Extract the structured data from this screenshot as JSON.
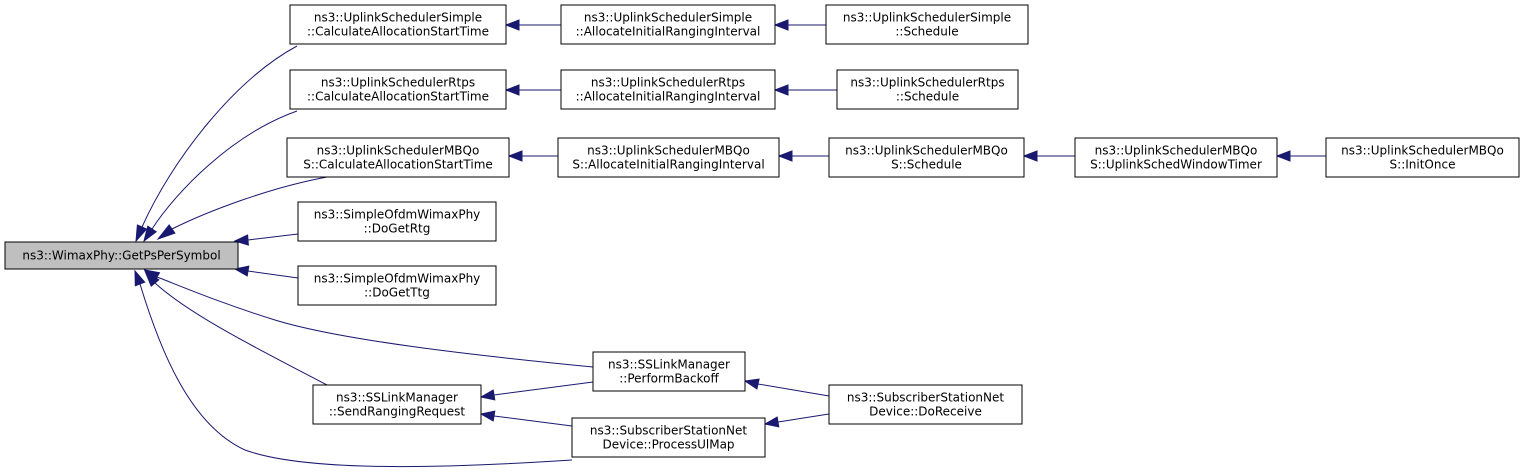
{
  "diagram": {
    "nodes": [
      {
        "id": "root",
        "lines": [
          "ns3::WimaxPhy::GetPsPerSymbol"
        ]
      },
      {
        "id": "n1",
        "lines": [
          "ns3::UplinkSchedulerSimple",
          "::CalculateAllocationStartTime"
        ]
      },
      {
        "id": "n2",
        "lines": [
          "ns3::UplinkSchedulerSimple",
          "::AllocateInitialRangingInterval"
        ]
      },
      {
        "id": "n3",
        "lines": [
          "ns3::UplinkSchedulerSimple",
          "::Schedule"
        ]
      },
      {
        "id": "n4",
        "lines": [
          "ns3::UplinkSchedulerRtps",
          "::CalculateAllocationStartTime"
        ]
      },
      {
        "id": "n5",
        "lines": [
          "ns3::UplinkSchedulerRtps",
          "::AllocateInitialRangingInterval"
        ]
      },
      {
        "id": "n6",
        "lines": [
          "ns3::UplinkSchedulerRtps",
          "::Schedule"
        ]
      },
      {
        "id": "n7",
        "lines": [
          "ns3::UplinkSchedulerMBQo",
          "S::CalculateAllocationStartTime"
        ]
      },
      {
        "id": "n8",
        "lines": [
          "ns3::UplinkSchedulerMBQo",
          "S::AllocateInitialRangingInterval"
        ]
      },
      {
        "id": "n9",
        "lines": [
          "ns3::UplinkSchedulerMBQo",
          "S::Schedule"
        ]
      },
      {
        "id": "n10",
        "lines": [
          "ns3::UplinkSchedulerMBQo",
          "S::UplinkSchedWindowTimer"
        ]
      },
      {
        "id": "n11",
        "lines": [
          "ns3::UplinkSchedulerMBQo",
          "S::InitOnce"
        ]
      },
      {
        "id": "n12",
        "lines": [
          "ns3::SimpleOfdmWimaxPhy",
          "::DoGetRtg"
        ]
      },
      {
        "id": "n13",
        "lines": [
          "ns3::SimpleOfdmWimaxPhy",
          "::DoGetTtg"
        ]
      },
      {
        "id": "n14",
        "lines": [
          "ns3::SSLinkManager",
          "::PerformBackoff"
        ]
      },
      {
        "id": "n15",
        "lines": [
          "ns3::SSLinkManager",
          "::SendRangingRequest"
        ]
      },
      {
        "id": "n16",
        "lines": [
          "ns3::SubscriberStationNet",
          "Device::ProcessUlMap"
        ]
      },
      {
        "id": "n17",
        "lines": [
          "ns3::SubscriberStationNet",
          "Device::DoReceive"
        ]
      }
    ],
    "edges": [
      {
        "from": "n1",
        "to": "root"
      },
      {
        "from": "n4",
        "to": "root"
      },
      {
        "from": "n7",
        "to": "root"
      },
      {
        "from": "n12",
        "to": "root"
      },
      {
        "from": "n13",
        "to": "root"
      },
      {
        "from": "n14",
        "to": "root"
      },
      {
        "from": "n15",
        "to": "root"
      },
      {
        "from": "n16",
        "to": "root"
      },
      {
        "from": "n2",
        "to": "n1"
      },
      {
        "from": "n3",
        "to": "n2"
      },
      {
        "from": "n5",
        "to": "n4"
      },
      {
        "from": "n6",
        "to": "n5"
      },
      {
        "from": "n8",
        "to": "n7"
      },
      {
        "from": "n9",
        "to": "n8"
      },
      {
        "from": "n10",
        "to": "n9"
      },
      {
        "from": "n11",
        "to": "n10"
      },
      {
        "from": "n14",
        "to": "n15"
      },
      {
        "from": "n16",
        "to": "n15"
      },
      {
        "from": "n17",
        "to": "n14"
      },
      {
        "from": "n17",
        "to": "n16"
      }
    ]
  }
}
